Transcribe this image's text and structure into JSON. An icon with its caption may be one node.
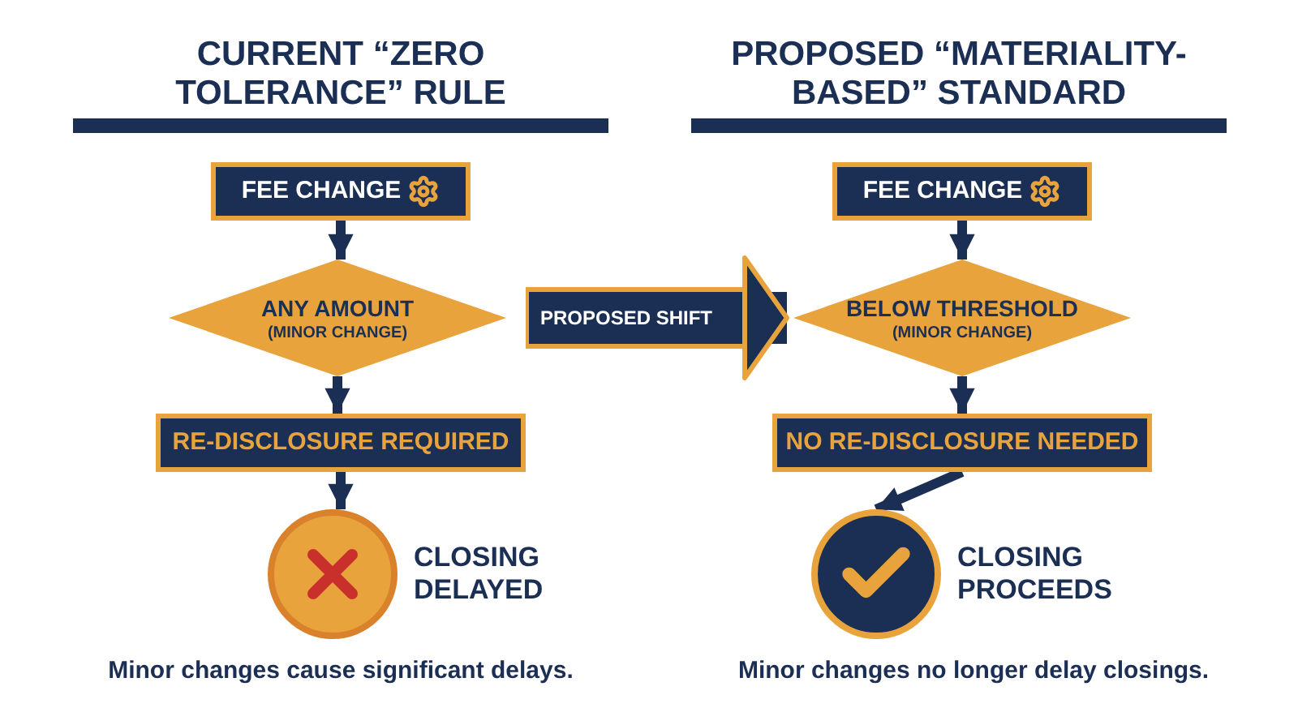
{
  "diagram": {
    "nodes": [
      {
        "text": [
          "FEE CHANGE"
        ]
      },
      {
        "text": [
          "ANY AMOUNT",
          "(MINOR CHANGE)"
        ]
      },
      {
        "text": [
          "RE-DISCLOSURE REQUIRED"
        ]
      },
      {
        "text": [],
        "shape": "circle",
        "beside": [
          "CLOSING DELAYED"
        ]
      },
      {
        "text": [
          "FEE CHANGE"
        ]
      },
      {
        "text": [
          "BELOW THRESHOLD",
          "(MINOR CHANGE)"
        ]
      },
      {
        "text": [
          "NO RE-DISCLOSURE NEEDED"
        ]
      },
      {
        "text": [],
        "shape": "circle",
        "beside": [
          "CLOSING PROCEEDS"
        ]
      }
    ],
    "edges": [
      {
        "from": 0,
        "to": 1,
        "arrow": "to"
      },
      {
        "from": 1,
        "to": 2,
        "arrow": "to"
      },
      {
        "from": 2,
        "to": 3,
        "arrow": "to"
      },
      {
        "from": 4,
        "to": 5,
        "arrow": "to"
      },
      {
        "from": 5,
        "to": 6,
        "arrow": "to"
      },
      {
        "from": 6,
        "to": 7,
        "arrow": "to"
      },
      {
        "from": 1,
        "to": 5,
        "arrow": "to",
        "label": "PROPOSED SHIFT",
        "style": "thick"
      }
    ],
    "labels": [
      "CURRENT “ZERO TOLERANCE” RULE",
      "PROPOSED “MATERIALITY-BASED” STANDARD",
      "Minor changes cause significant delays.",
      "Minor changes no longer delay closings."
    ]
  }
}
